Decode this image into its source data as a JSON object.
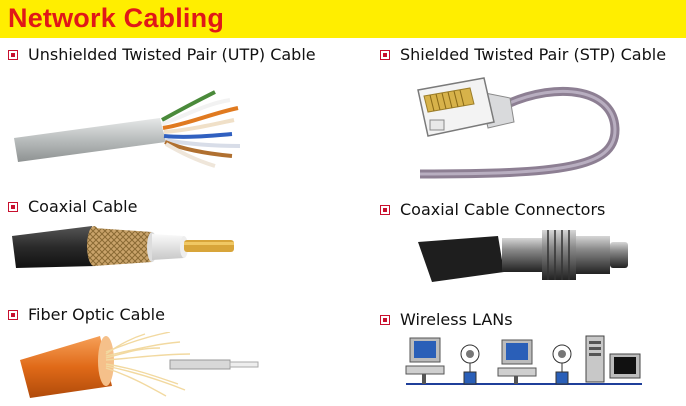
{
  "page": {
    "title": "Network Cabling",
    "accent_color": "#e01818",
    "banner_color": "#ffee00",
    "bullet_color": "#c8102e"
  },
  "items": [
    {
      "label": "Unshielded Twisted Pair (UTP) Cable",
      "icon": "utp-cable-image"
    },
    {
      "label": "Shielded Twisted Pair (STP) Cable",
      "icon": "stp-cable-image"
    },
    {
      "label": "Coaxial Cable",
      "icon": "coaxial-cable-image"
    },
    {
      "label": "Coaxial Cable Connectors",
      "icon": "coaxial-connector-image"
    },
    {
      "label": "Fiber Optic Cable",
      "icon": "fiber-optic-cable-image"
    },
    {
      "label": "Wireless LANs",
      "icon": "wireless-lan-image"
    }
  ]
}
